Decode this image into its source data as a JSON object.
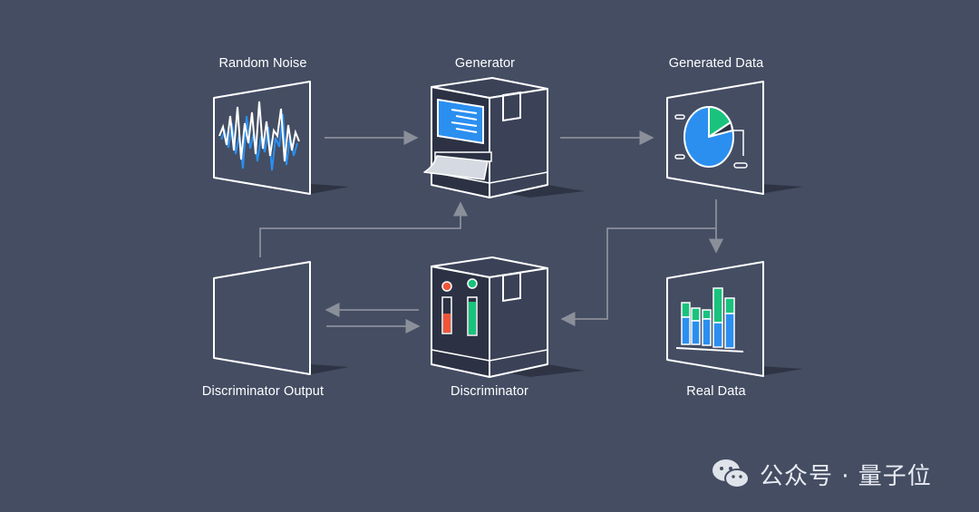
{
  "labels": {
    "random_noise": "Random Noise",
    "generator": "Generator",
    "generated_data": "Generated Data",
    "discriminator_output": "Discriminator Output",
    "discriminator": "Discriminator",
    "real_data": "Real Data"
  },
  "watermark": {
    "text": "公众号 · 量子位",
    "icon": "wechat-logo"
  },
  "colors": {
    "background": "#444d62",
    "outline": "#ffffff",
    "arrow": "#8a8f99",
    "box_face": "#2c3244",
    "box_side": "#3b4257",
    "screen_blue": "#2b8ff0",
    "accent_green": "#19c37d",
    "accent_red": "#f0553a",
    "shadow": "#2e3444"
  }
}
